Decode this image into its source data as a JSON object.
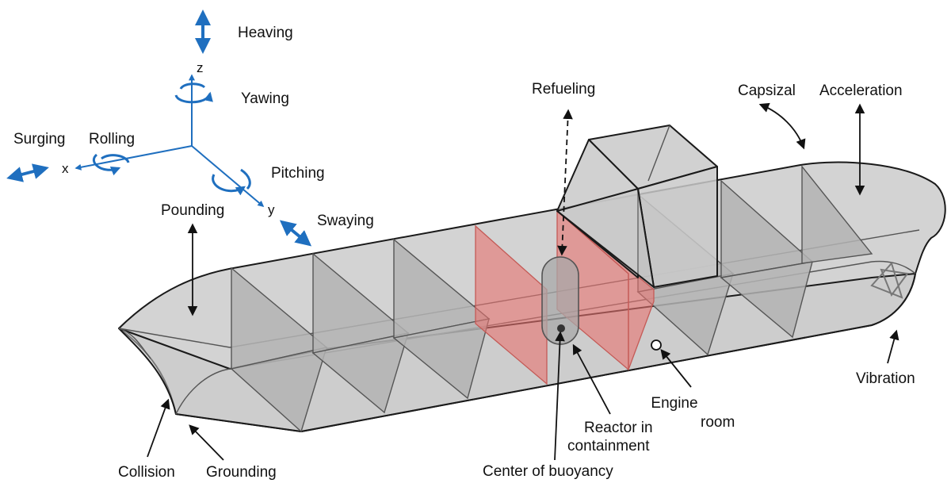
{
  "colors": {
    "axes": "#1f6fbf",
    "hull": "#d3d3d3",
    "reactor_zone": "#e8736f",
    "ink": "#111111"
  },
  "axes": {
    "x": "x",
    "y": "y",
    "z": "z"
  },
  "motions": {
    "heaving": "Heaving",
    "yawing": "Yawing",
    "surging": "Surging",
    "rolling": "Rolling",
    "pitching": "Pitching",
    "swaying": "Swaying"
  },
  "labels": {
    "pounding": "Pounding",
    "refueling": "Refueling",
    "capsizal": "Capsizal",
    "acceleration": "Acceleration",
    "vibration": "Vibration",
    "engine_room_1": "Engine",
    "engine_room_2": "room",
    "reactor_1": "Reactor in",
    "reactor_2": "containment",
    "center_of_buoyancy": "Center of buoyancy",
    "collision": "Collision",
    "grounding": "Grounding"
  }
}
